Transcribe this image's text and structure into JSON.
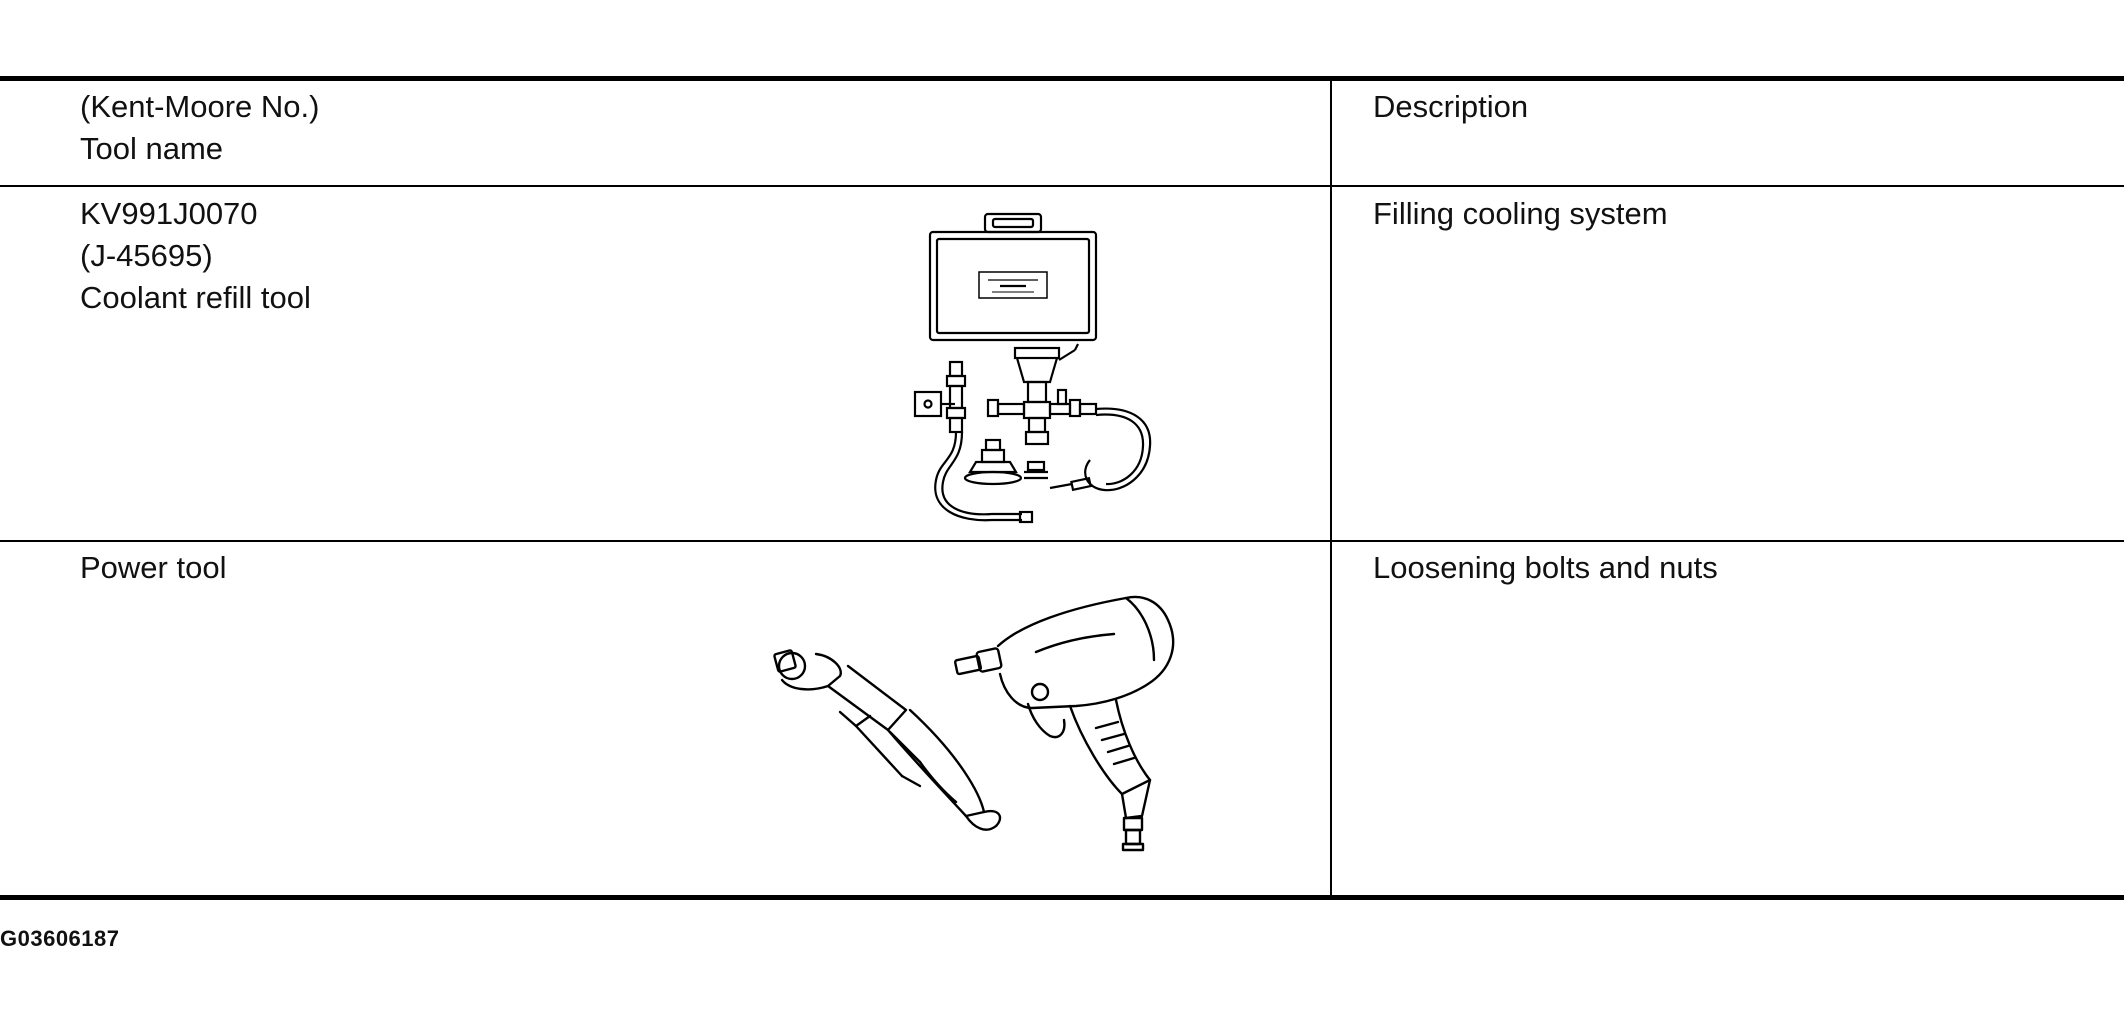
{
  "table": {
    "header": {
      "tool_lines": [
        "(Kent-Moore No.)",
        "Tool name"
      ],
      "description": "Description"
    },
    "rows": [
      {
        "tool_lines": [
          "KV991J0070",
          "(J-45695)",
          "Coolant refill tool"
        ],
        "description": "Filling cooling system",
        "illustration_icon": "coolant-refill-kit-icon"
      },
      {
        "tool_lines": [
          "Power tool"
        ],
        "description": "Loosening bolts and nuts",
        "illustration_icon": "power-tools-icon"
      }
    ]
  },
  "caption": "G03606187",
  "colors": {
    "ink": "#000000",
    "background": "#ffffff"
  }
}
